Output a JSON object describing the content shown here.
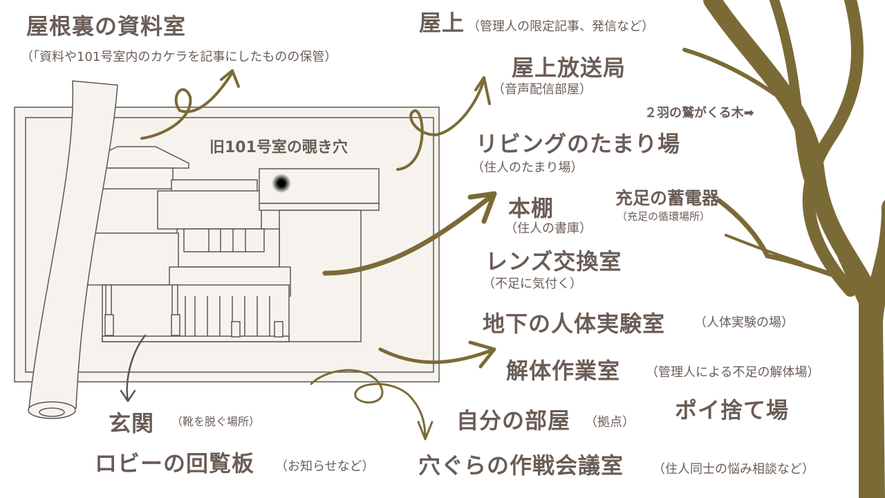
{
  "colors": {
    "text": "#6a5d56",
    "olive": "#7a6b36",
    "paper": "#f6f3ee",
    "line": "#5e5450"
  },
  "icons": {
    "peephole": "peephole-dot-icon",
    "arrow": "right-arrow-icon"
  },
  "labels": {
    "attic": {
      "title": "屋根裏の資料室",
      "sub": "（「資料や101号室内のカケラを記事にしたものの保管）"
    },
    "rooftop": {
      "title": "屋上",
      "sub": "（管理人の限定記事、発信など）"
    },
    "broadcast": {
      "title": "屋上放送局",
      "sub": "（音声配信部屋）"
    },
    "tree": {
      "title": "２羽の鷲がくる木➡"
    },
    "living": {
      "title": "リビングのたまり場",
      "sub": "（住人のたまり場）"
    },
    "bookshelf": {
      "title": "本棚",
      "sub": "（住人の書庫）"
    },
    "battery": {
      "title": "充足の蓄電器",
      "sub": "（充足の循環場所）"
    },
    "lens": {
      "title": "レンズ交換室",
      "sub": "（不足に気付く）"
    },
    "lab": {
      "title": "地下の人体実験室",
      "sub": "（人体実験の場）"
    },
    "dismantle": {
      "title": "解体作業室",
      "sub": "（管理人による不足の解体場）"
    },
    "dump": {
      "title": "ポイ捨て場"
    },
    "myroom": {
      "title": "自分の部屋",
      "sub": "（拠点）"
    },
    "entrance": {
      "title": "玄関",
      "sub": "（靴を脱ぐ場所）"
    },
    "lobby": {
      "title": "ロビーの回覧板",
      "sub": "（お知らせなど）"
    },
    "war_room": {
      "title": "穴ぐらの作戦会議室",
      "sub": "（住人同士の悩み相談など）"
    },
    "peephole": {
      "title": "旧101号室の覗き穴"
    }
  }
}
